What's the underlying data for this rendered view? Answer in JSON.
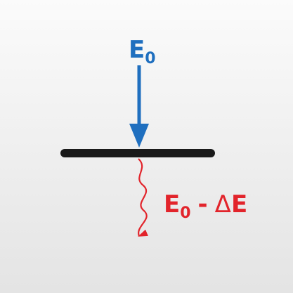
{
  "diagram": {
    "incident_label": {
      "main": "E",
      "subscript": "0"
    },
    "transmitted_label": {
      "main": "E",
      "subscript": "0",
      "operator": "-",
      "delta_symbol": "Δ",
      "delta_quantity": "E"
    },
    "colors": {
      "incident": "#1f6fbf",
      "transmitted": "#e2242b",
      "sample": "#1a1a1a"
    }
  }
}
